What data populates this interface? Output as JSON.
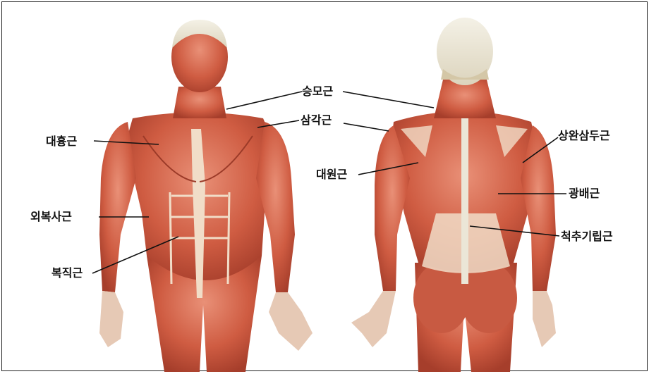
{
  "labels": {
    "trapezius": "승모근",
    "deltoid": "삼각근",
    "pectoralis_major": "대흉근",
    "external_oblique": "외복사근",
    "rectus_abdominis": "복직근",
    "teres_major": "대원근",
    "triceps": "상완삼두근",
    "latissimus_dorsi": "광배근",
    "erector_spinae": "척추기립근"
  },
  "colors": {
    "muscle": "#c9583f",
    "muscle_light": "#e08a6c",
    "tendon": "#f1ddc8",
    "bone": "#ebe6d7",
    "leader_line": "#111111"
  }
}
